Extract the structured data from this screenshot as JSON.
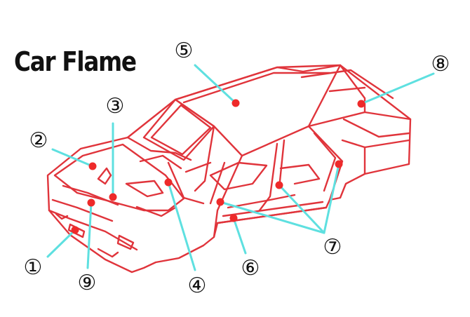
{
  "title": "Car Flame",
  "colors": {
    "frame": "#e0343b",
    "leader": "#5ee0e0",
    "marker": "#ee2a2a",
    "text": "#111111"
  },
  "markers": [
    "①",
    "②",
    "③",
    "④",
    "⑤",
    "⑥",
    "⑦",
    "⑧",
    "⑨"
  ]
}
